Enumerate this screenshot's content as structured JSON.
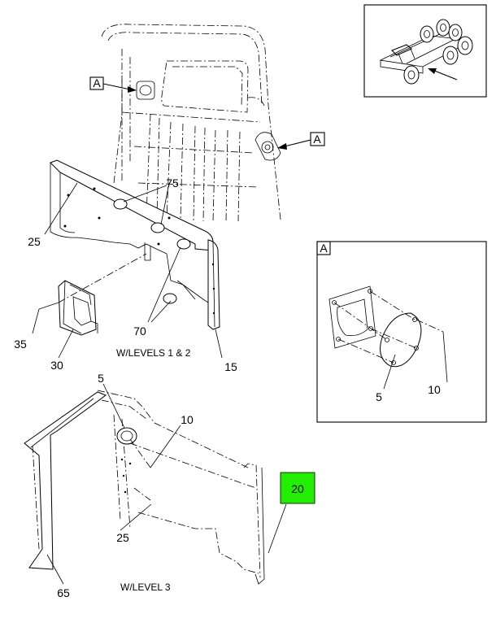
{
  "diagram": {
    "callouts": {
      "c75": "75",
      "c25_top": "25",
      "c35": "35",
      "c30": "30",
      "c70": "70",
      "c15": "15",
      "c5_bottom": "5",
      "c10_bottom": "10",
      "c25_bottom": "25",
      "c65": "65",
      "c20": "20",
      "c5_detail": "5",
      "c10_detail": "10"
    },
    "view_markers": {
      "a_left": "A",
      "a_right": "A",
      "a_detail": "A"
    },
    "captions": {
      "levels_1_2": "W/LEVELS 1 & 2",
      "level_3": "W/LEVEL 3"
    },
    "colors": {
      "highlight": "#22ee00",
      "line": "#000000"
    }
  }
}
